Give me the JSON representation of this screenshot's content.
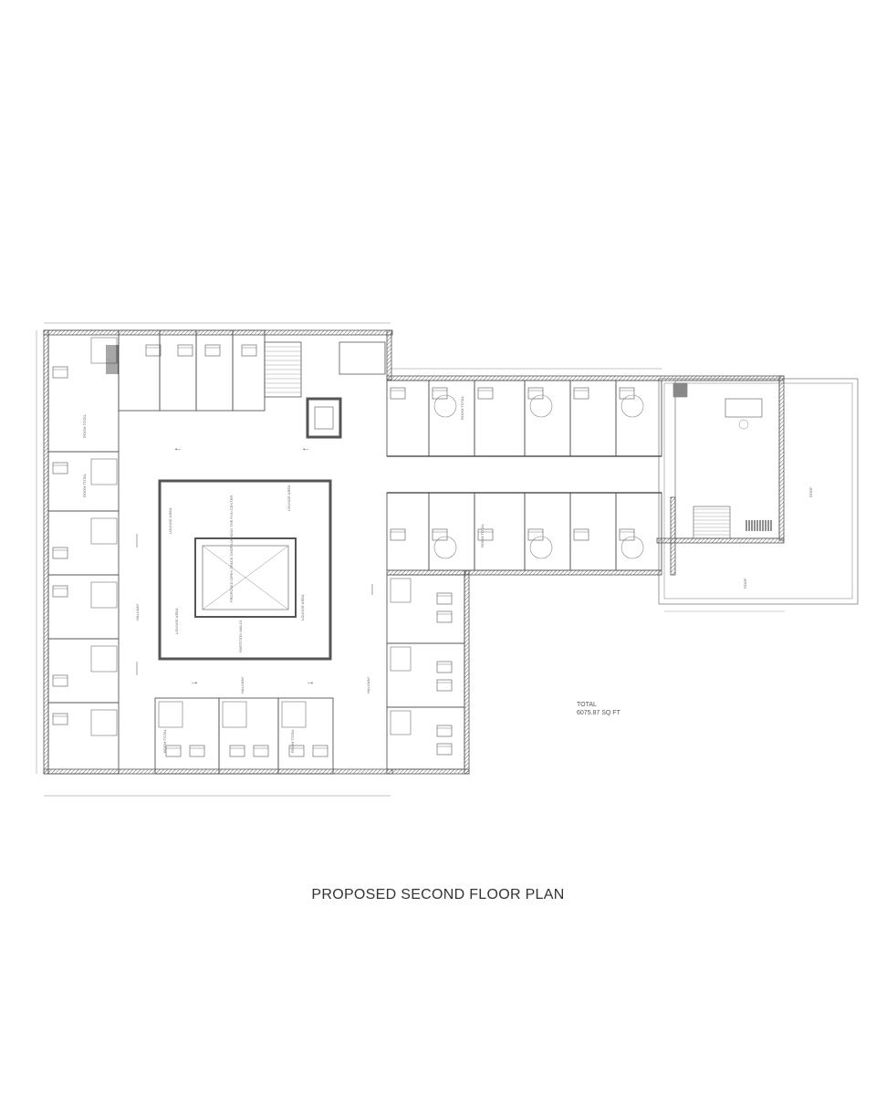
{
  "drawing": {
    "title": "PROPOSED SECOND FLOOR PLAN",
    "total_label": "TOTAL",
    "total_area": "6075.87 SQ FT",
    "labels": {
      "lounge": "LOUNGE AREA",
      "hallway": "HALLWAY",
      "partition": "PARTITION WALLS",
      "room_total": "ROOM TOTAL",
      "open_space": "PROPOSED OPEN SPACE OVER LOOKING THE FUN CENTER",
      "roof": "ROOF"
    },
    "colors": {
      "wall": "#555555",
      "line": "#888888",
      "text": "#333333"
    }
  }
}
